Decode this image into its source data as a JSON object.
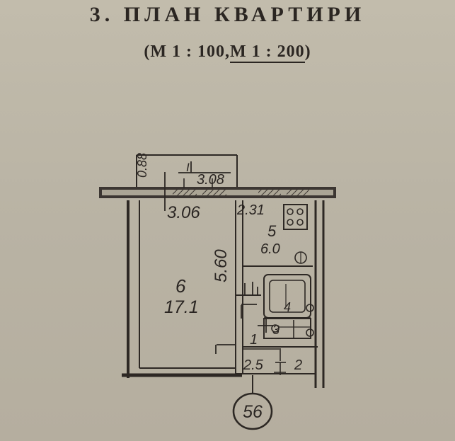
{
  "header": {
    "title": "3. ПЛАН КВАРТИРИ",
    "scale_open": "(",
    "scale_primary": "М 1 : 100",
    "scale_separator": ", ",
    "scale_selected": "М 1 : 200",
    "scale_close": ")"
  },
  "plan": {
    "balcony_dims": {
      "depth": "0.88",
      "width": "3.08"
    },
    "balcony_number": "I",
    "rooms": [
      {
        "number": "6",
        "area": "17.1",
        "width": "3.06",
        "length": "5.60"
      },
      {
        "number": "5",
        "area": "6.0",
        "width": "2.31"
      },
      {
        "number": "4"
      },
      {
        "number": "3"
      },
      {
        "number": "1",
        "area": "2.5"
      },
      {
        "number": "2"
      }
    ]
  },
  "annotations": {
    "circled_number": "56"
  }
}
